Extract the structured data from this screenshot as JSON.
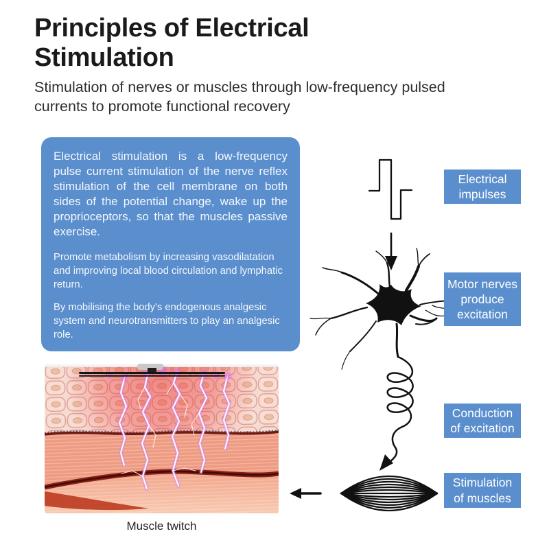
{
  "header": {
    "title": "Principles of Electrical Stimulation",
    "subtitle": "Stimulation of nerves or muscles through low-frequency pulsed currents to promote functional recovery"
  },
  "info_box": {
    "paragraphs": [
      "Electrical stimulation is a low-frequency pulse current stimulation of the nerve reflex stimulation of the cell membrane on both sides of the potential change, wake up the proprioceptors, so that the muscles passive exercise.",
      "Promote metabolism by increasing vasodilatation and improving local blood circulation and lymphatic return.",
      "By mobilising the body's endogenous analgesic system and neurotransmitters to play an analgesic role."
    ]
  },
  "flow": {
    "steps": [
      {
        "label": "Electrical impulses",
        "icon": "pulse-waveform-icon"
      },
      {
        "label": "Motor nerves produce excitation",
        "icon": "neuron-icon"
      },
      {
        "label": "Conduction of excitation",
        "icon": "axon-coil-icon"
      },
      {
        "label": "Stimulation of muscles",
        "icon": "muscle-spindle-icon"
      }
    ]
  },
  "figure": {
    "caption": "Muscle twitch"
  },
  "colors": {
    "accent_blue": "#5a8ecd",
    "title_text": "#1a1a1a",
    "diagram_ink": "#111111",
    "tissue_pink": "#f6dbd2",
    "muscle_red": "#ee9b82",
    "lightning_violet": "#c36dff"
  }
}
